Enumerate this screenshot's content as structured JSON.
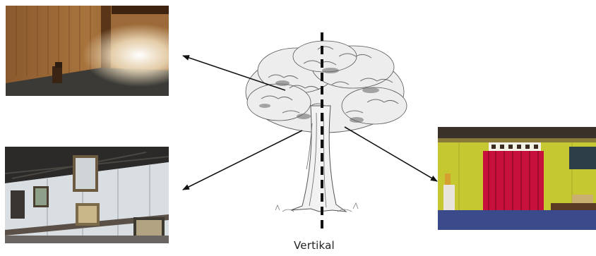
{
  "diagram": {
    "axis_label": "Vertikal"
  },
  "photos": [
    {
      "name": "wooden-interior-photo"
    },
    {
      "name": "wall-with-frames-photo"
    },
    {
      "name": "red-curtain-stage-photo"
    }
  ]
}
